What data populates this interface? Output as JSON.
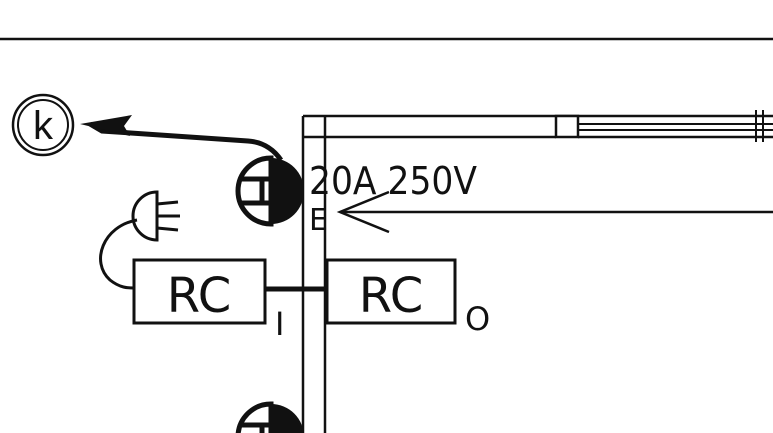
{
  "colors": {
    "ink": "#111111",
    "paper": "#ffffff"
  },
  "labels": {
    "ground_marker": "k",
    "receptacle_rating": "20A 250V",
    "earth_terminal": "E",
    "rc_left": "RC",
    "rc_right": "RC",
    "terminal_in": "I",
    "terminal_out": "O"
  },
  "icons": {
    "ground_marker": "circled-letter-icon",
    "outlet_top": "receptacle-icon",
    "outlet_bottom": "receptacle-icon",
    "plug": "plug-icon"
  }
}
